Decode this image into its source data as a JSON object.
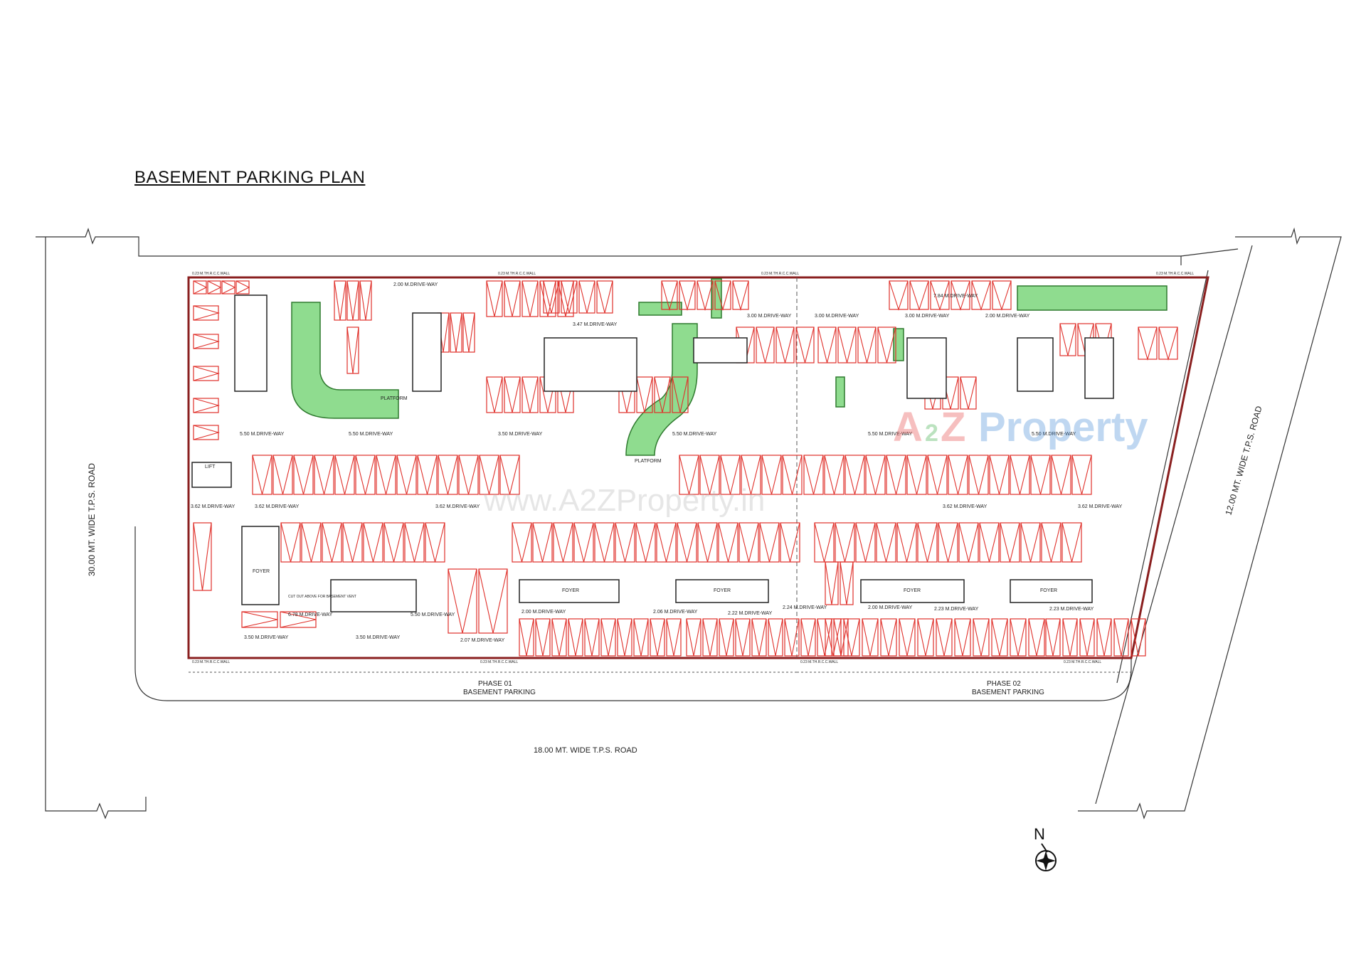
{
  "title": "BASEMENT PARKING PLAN",
  "roads": {
    "left": "30.00 MT. WIDE T.P.S. ROAD",
    "right": "12.00 MT. WIDE T.P.S. ROAD",
    "bottom": "18.00 MT. WIDE T.P.S. ROAD"
  },
  "phases": {
    "phase1": {
      "name": "PHASE 01",
      "sub": "BASEMENT PARKING"
    },
    "phase2": {
      "name": "PHASE 02",
      "sub": "BASEMENT PARKING"
    }
  },
  "driveways": {
    "top_row": [
      "5.50 M.DRIVE-WAY",
      "5.50 M.DRIVE-WAY",
      "3.50 M.DRIVE-WAY",
      "5.50 M.DRIVE-WAY",
      "5.50 M.DRIVE-WAY",
      "5.50 M.DRIVE-WAY"
    ],
    "middle_row": [
      "3.62 M.DRIVE-WAY",
      "3.62 M.DRIVE-WAY",
      "3.62 M.DRIVE-WAY",
      "3.62 M.DRIVE-WAY",
      "3.62 M.DRIVE-WAY"
    ],
    "upper": [
      "2.00 M.DRIVE-WAY",
      "3.47 M.DRIVE-WAY",
      "3.00 M.DRIVE-WAY",
      "3.00 M.DRIVE-WAY",
      "3.00 M.DRIVE-WAY",
      "7.84 M.DRIVE-WAY",
      "2.00 M.DRIVE-WAY"
    ],
    "lower": [
      "6.78 M.DRIVE-WAY",
      "5.50 M.DRIVE-WAY",
      "3.50 M.DRIVE-WAY",
      "3.50 M.DRIVE-WAY",
      "2.07 M.DRIVE-WAY",
      "2.00 M.DRIVE-WAY",
      "2.06 M.DRIVE-WAY",
      "2.22 M.DRIVE-WAY",
      "2.24 M.DRIVE-WAY",
      "2.00 M.DRIVE-WAY",
      "2.23 M.DRIVE-WAY",
      "2.23 M.DRIVE-WAY"
    ]
  },
  "platform_label": "PLATFORM",
  "foyer_label": "FOYER",
  "lift_label": "LIFT",
  "wall_label": "0.23 M.TH.R.C.C.WALL",
  "cutout_label": "CUT OUT ABOVE FOR BASEMENT VENT",
  "compass": "N",
  "watermark": {
    "brand_a": "A",
    "brand_2": "2",
    "brand_z": "Z",
    "brand_rest": "Property",
    "url": "www.A2ZProperty.in"
  },
  "colors": {
    "outline": "#8a1f1f",
    "parking": "#e0302a",
    "ramp": "#6ccf6c",
    "line": "#333333",
    "watermark": "#d8d8d8"
  }
}
